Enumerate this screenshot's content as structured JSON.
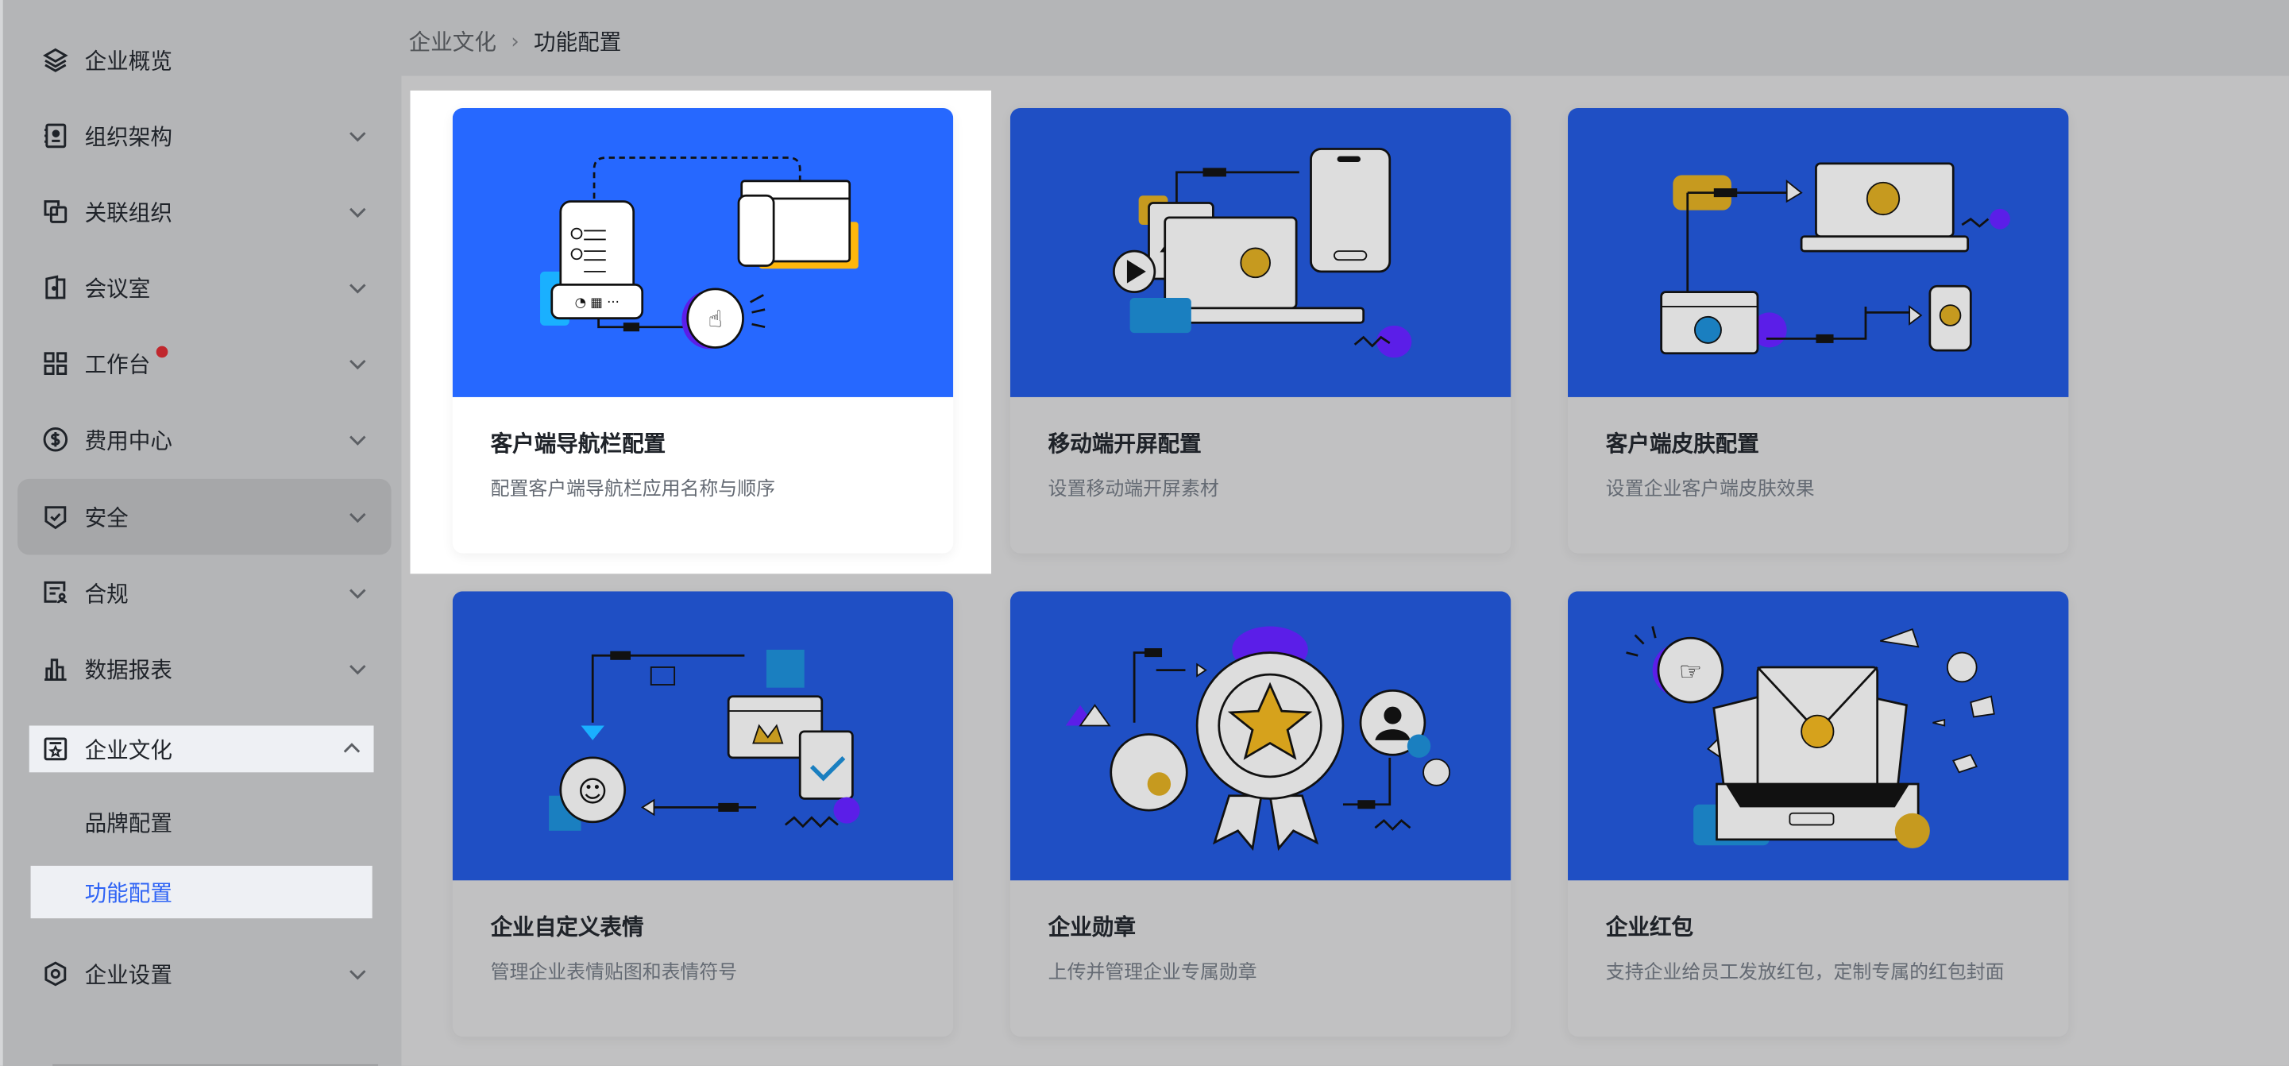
{
  "sidebar": {
    "items": [
      {
        "label": "企业概览",
        "icon": "layers-icon",
        "has_chevron": false
      },
      {
        "label": "组织架构",
        "icon": "contacts-book-icon",
        "has_chevron": true
      },
      {
        "label": "关联组织",
        "icon": "linked-org-icon",
        "has_chevron": true
      },
      {
        "label": "会议室",
        "icon": "door-icon",
        "has_chevron": true
      },
      {
        "label": "工作台",
        "icon": "grid-icon",
        "has_chevron": true,
        "badge_dot": true
      },
      {
        "label": "费用中心",
        "icon": "dollar-circle-icon",
        "has_chevron": true
      },
      {
        "label": "安全",
        "icon": "shield-check-icon",
        "has_chevron": true,
        "state": "hover"
      },
      {
        "label": "合规",
        "icon": "compliance-doc-icon",
        "has_chevron": true
      },
      {
        "label": "数据报表",
        "icon": "bar-chart-icon",
        "has_chevron": true
      },
      {
        "label": "企业文化",
        "icon": "star-frame-icon",
        "has_chevron": true,
        "state": "expanded"
      },
      {
        "label": "企业设置",
        "icon": "hex-gear-icon",
        "has_chevron": true
      }
    ],
    "sub_items": [
      {
        "label": "品牌配置",
        "active": false
      },
      {
        "label": "功能配置",
        "active": true
      }
    ],
    "badge_color": "#c0272d",
    "active_color": "#2e63f5"
  },
  "breadcrumb": {
    "parent": "企业文化",
    "separator": "›",
    "current": "功能配置"
  },
  "cards": [
    {
      "title": "客户端导航栏配置",
      "desc": "配置客户端导航栏应用名称与顺序",
      "highlighted": true
    },
    {
      "title": "移动端开屏配置",
      "desc": "设置移动端开屏素材",
      "highlighted": false
    },
    {
      "title": "客户端皮肤配置",
      "desc": "设置企业客户端皮肤效果",
      "highlighted": false
    },
    {
      "title": "企业自定义表情",
      "desc": "管理企业表情贴图和表情符号",
      "highlighted": false
    },
    {
      "title": "企业勋章",
      "desc": "上传并管理企业专属勋章",
      "highlighted": false
    },
    {
      "title": "企业红包",
      "desc": "支持企业给员工发放红包，定制专属的红包封面",
      "highlighted": false
    }
  ],
  "colors": {
    "card_art_active": "#2668ff",
    "card_art_dim": "#1f4fc4",
    "overlay": "#c1c1c2"
  }
}
